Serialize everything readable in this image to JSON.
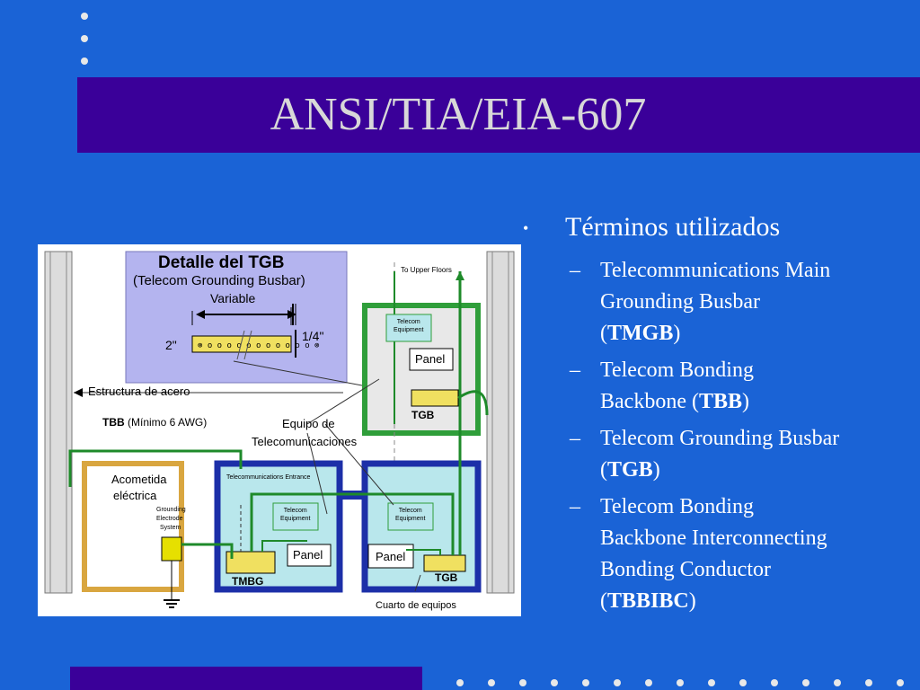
{
  "slide": {
    "title": "ANSI/TIA/EIA-607",
    "main_bullet": "Términos utilizados",
    "sub_items": [
      {
        "lines": [
          "Telecommunications Main",
          "Grounding Busbar"
        ],
        "last_pre": "(",
        "last_bold": "TMGB",
        "last_post": ")"
      },
      {
        "lines": [
          "Telecom Bonding"
        ],
        "last_pre": "Backbone (",
        "last_bold": "TBB",
        "last_post": ")"
      },
      {
        "lines": [
          "Telecom Grounding Busbar"
        ],
        "last_pre": "(",
        "last_bold": "TGB",
        "last_post": ")"
      },
      {
        "lines": [
          "Telecom Bonding",
          "Backbone Interconnecting",
          "Bonding Conductor"
        ],
        "last_pre": "(",
        "last_bold": "TBBIBC",
        "last_post": ")"
      }
    ]
  },
  "diagram": {
    "detail_title": "Detalle del TGB",
    "detail_subtitle": "(Telecom Grounding Busbar)",
    "variable": "Variable",
    "dim_height": "2\"",
    "dim_thickness": "1/4\"",
    "to_upper_floors": "To Upper Floors",
    "estructura": "Estructura de acero",
    "tbb": "TBB",
    "tbb_min": "(Mínimo 6 AWG)",
    "equipo_line1": "Equipo de",
    "equipo_line2": "Telecomunicaciones",
    "acometida_line1": "Acometida",
    "acometida_line2": "eléctrica",
    "grounding_line1": "Grounding",
    "grounding_line2": "Electrode",
    "grounding_line3": "System",
    "telecom_entrance": "Telecommunications Entrance",
    "telecom_equipment_1": "Telecom",
    "telecom_equipment_2": "Equipment",
    "panel": "Panel",
    "tgb": "TGB",
    "tmbg": "TMBG",
    "cuarto": "Cuarto de equipos"
  },
  "colors": {
    "background": "#1a63d6",
    "title_bar": "#3a0099",
    "room_blue": "#1c2fa8",
    "room_green": "#2f9e3a",
    "acometida_frame": "#d9a640",
    "wire": "#1e8a2a",
    "panel_bg": "#b9e7ec",
    "detail_bg": "#b4b4ef"
  }
}
